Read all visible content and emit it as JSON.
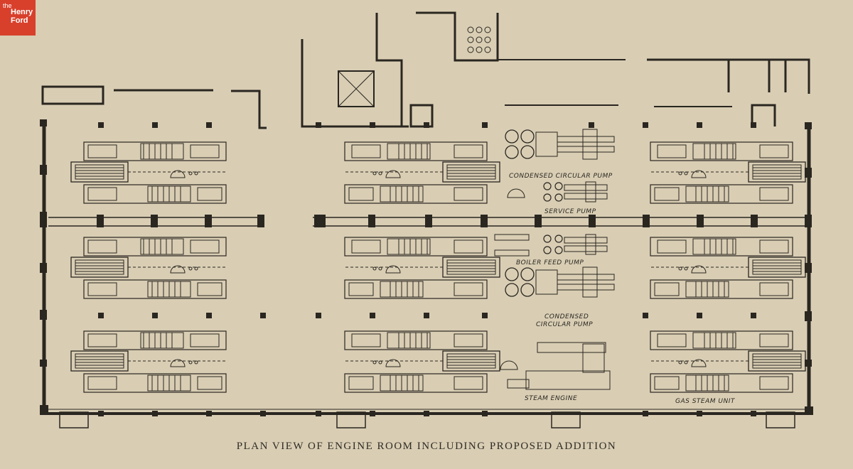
{
  "logo": {
    "line1": "the",
    "line2": "Henry",
    "line3": "Ford"
  },
  "caption": "PLAN VIEW OF ENGINE ROOM INCLUDING PROPOSED ADDITION",
  "labels": {
    "condensed_circular_pump_top": "CONDENSED CIRCULAR PUMP",
    "service_pump": "SERVICE PUMP",
    "boiler_feed_pump": "BOILER FEED PUMP",
    "condensed_line1": "CONDENSED",
    "circular_pump_line2": "CIRCULAR PUMP",
    "steam_engine": "STEAM ENGINE",
    "gas_steam_unit": "GAS STEAM UNIT"
  },
  "colors": {
    "paper": "#d9ceb4",
    "ink": "#2a2620",
    "logo_red": "#d8402c"
  }
}
